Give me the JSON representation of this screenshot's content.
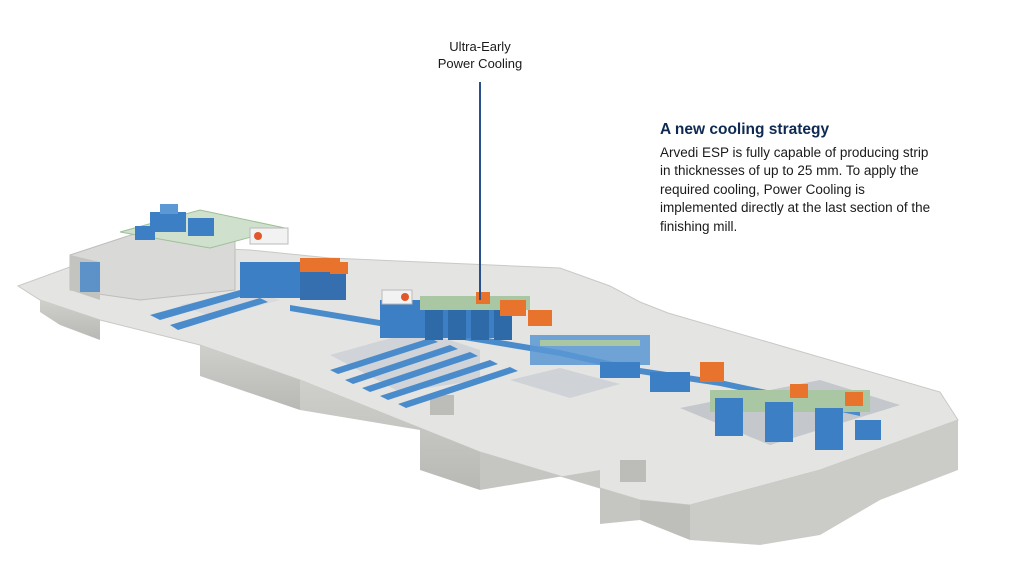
{
  "callout": {
    "line1": "Ultra-Early",
    "line2": "Power Cooling"
  },
  "info": {
    "title": "A new cooling strategy",
    "body": "Arvedi ESP is fully capable of producing strip in thicknesses of up to 25 mm. To apply the required cooling, Power Cooling is implemented directly at the last section of the finishing mill."
  },
  "colors": {
    "machinery_blue": "#3d7fc4",
    "machinery_orange": "#e8732c",
    "machinery_green": "#a9c7a3",
    "foundation_grey": "#d6d6d4",
    "title_navy": "#0e2a52",
    "leader_line": "#2a4f8f"
  },
  "icons": [
    "factory-foundation",
    "rolling-stand",
    "cooling-unit",
    "coiler"
  ]
}
